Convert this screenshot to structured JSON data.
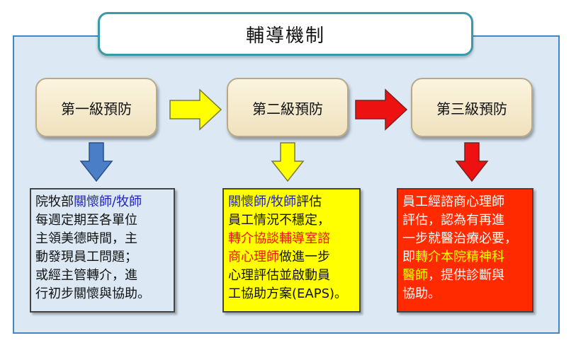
{
  "title": "輔導機制",
  "levels": [
    {
      "label": "第一級預防"
    },
    {
      "label": "第二級預防"
    },
    {
      "label": "第三級預防"
    }
  ],
  "descriptions": {
    "level1": {
      "lines": [
        [
          {
            "t": "院牧部",
            "c": ""
          },
          {
            "t": "關懷師/牧師",
            "c": "blue"
          }
        ],
        [
          {
            "t": "每週定期至各單位",
            "c": ""
          }
        ],
        [
          {
            "t": "主領美德時間，主",
            "c": ""
          }
        ],
        [
          {
            "t": "動發現員工問題；",
            "c": ""
          }
        ],
        [
          {
            "t": "或經主管轉介，進",
            "c": ""
          }
        ],
        [
          {
            "t": "行初步關懷與協助。",
            "c": ""
          }
        ]
      ]
    },
    "level2": {
      "lines": [
        [
          {
            "t": "關懷師/牧師",
            "c": "blue"
          },
          {
            "t": "評估",
            "c": ""
          }
        ],
        [
          {
            "t": "員工情況不穩定，",
            "c": ""
          }
        ],
        [
          {
            "t": "轉介協談輔導室諮",
            "c": "red"
          }
        ],
        [
          {
            "t": "商心理師",
            "c": "red"
          },
          {
            "t": "做進一步",
            "c": ""
          }
        ],
        [
          {
            "t": "心理評估並啟動員",
            "c": ""
          }
        ],
        [
          {
            "t": "工協助方案(EAPS)。",
            "c": ""
          }
        ]
      ]
    },
    "level3": {
      "lines": [
        [
          {
            "t": "員工經諮商心理師",
            "c": ""
          }
        ],
        [
          {
            "t": "評估，認為有再進",
            "c": ""
          }
        ],
        [
          {
            "t": "一步就醫治療必要，",
            "c": ""
          }
        ],
        [
          {
            "t": "即",
            "c": ""
          },
          {
            "t": "轉介本院精神科",
            "c": "yellow"
          }
        ],
        [
          {
            "t": "醫師",
            "c": "yellow"
          },
          {
            "t": "，提供診斷與",
            "c": ""
          }
        ],
        [
          {
            "t": "協助。",
            "c": ""
          }
        ]
      ]
    }
  },
  "colors": {
    "arrow_blue": "#4a7fc8",
    "arrow_yellow": "#ffff00",
    "arrow_red": "#ee1111",
    "box_level2": "#ffff00",
    "box_level3": "#ff2a00"
  }
}
